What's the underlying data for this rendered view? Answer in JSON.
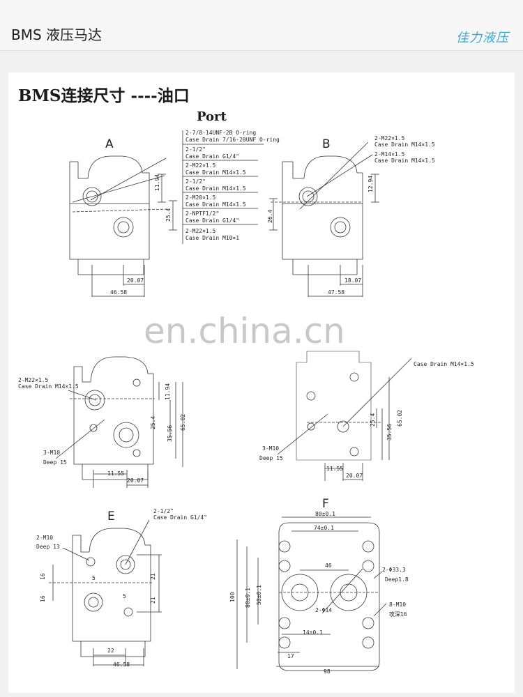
{
  "header": {
    "title": "BMS 液压马达",
    "brand": "佳力液压"
  },
  "section": {
    "title": "BMS连接尺寸 ----油口",
    "subtitle": "Port"
  },
  "watermark": "en.china.cn",
  "views": {
    "A": {
      "label": "A",
      "dims": {
        "h1": "11.94",
        "h2": "25.4",
        "w1": "20.07",
        "w2": "46.58"
      }
    },
    "B": {
      "label": "B",
      "dims": {
        "h1": "12.94",
        "h2": "26.4",
        "w1": "18.07",
        "w2": "47.58"
      },
      "callouts": [
        "2-M22×1.5",
        "Case Drain M14×1.5",
        "2-M14×1.5",
        "Case Drain M14×1.5"
      ]
    },
    "C": {
      "dims": {
        "h1": "11.94",
        "h2": "25.4",
        "h3": "35.56",
        "h4": "65.02",
        "w1": "11.55",
        "w2": "20.07"
      },
      "callouts": [
        "2-M22×1.5",
        "Case Drain M14×1.5",
        "3-M10",
        "Deep 15"
      ]
    },
    "D": {
      "dims": {
        "h2": "25.4",
        "h3": "35.56",
        "h4": "65.02",
        "w1": "11.55",
        "w2": "20.07"
      },
      "callouts": [
        "Case Drain M14×1.5",
        "3-M10",
        "Deep 15"
      ]
    },
    "E": {
      "label": "E",
      "dims": {
        "v1": "16",
        "v2": "16",
        "v3": "21",
        "v4": "21",
        "s1": "5",
        "s2": "5",
        "w1": "22",
        "w2": "46.58"
      },
      "callouts": [
        "2-1/2\"",
        "Case Drain G1/4\"",
        "2-M10",
        "Deep 13"
      ]
    },
    "F": {
      "label": "F",
      "dims": {
        "w1": "80±0.1",
        "w2": "74±0.1",
        "c": "46",
        "h1": "100",
        "h2": "80±0.1",
        "h3": "50±0.1",
        "w3": "14±0.1",
        "w4": "17",
        "w5": "98"
      },
      "callouts": [
        "2-Φ33.3",
        "Deep1.8",
        "2-Φ14",
        "8-M10",
        "攻深16"
      ]
    }
  },
  "port_table": [
    {
      "line1": "2-7/8-14UNF-2B O-ring",
      "line2": "Case Drain 7/16-20UNF O-ring"
    },
    {
      "line1": "2-1/2\"",
      "line2": "Case Drain G1/4\""
    },
    {
      "line1": "2-M22×1.5",
      "line2": "Case Drain M14×1.5"
    },
    {
      "line1": "2-1/2\"",
      "line2": "Case Drain M14×1.5"
    },
    {
      "line1": "2-M20×1.5",
      "line2": "Case Drain M14×1.5"
    },
    {
      "line1": "2-NPTF1/2\"",
      "line2": "Case Drain G1/4\""
    },
    {
      "line1": "2-M22×1.5",
      "line2": "Case Drain M10×1"
    }
  ]
}
